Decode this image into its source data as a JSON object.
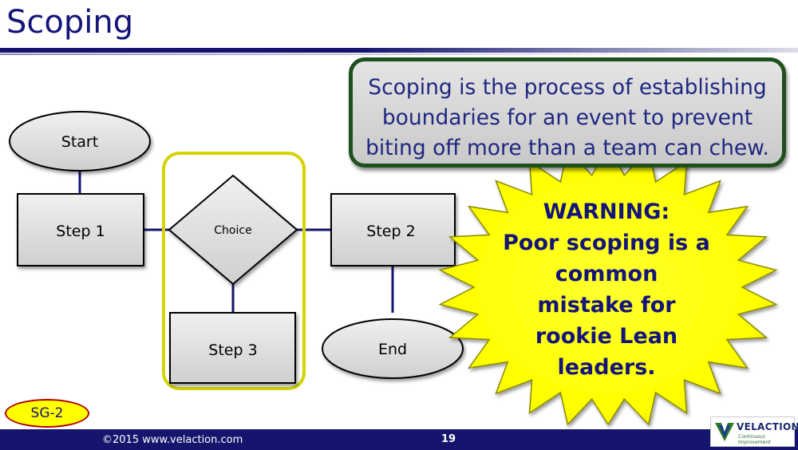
{
  "slide": {
    "title": "Scoping",
    "definition_lines": [
      "Scoping is the process of establishing",
      "boundaries for an event to prevent",
      "biting off more than a team can chew."
    ],
    "warning_lines": [
      "WARNING:",
      "Poor scoping is a",
      "common",
      "mistake for",
      "rookie Lean",
      "leaders."
    ],
    "badge": "SG-2",
    "copyright": "©2015  www.velaction.com",
    "page_number": "19",
    "logo_name": "VELACTION",
    "logo_tagline": "Continuous Improvement"
  },
  "flowchart": {
    "start": "Start",
    "step1": "Step 1",
    "choice": "Choice",
    "step2": "Step 2",
    "step3": "Step 3",
    "end": "End"
  },
  "colors": {
    "title": "#14147a",
    "connector": "#14146e",
    "scope_highlight": "#d8d800",
    "burst_fill": "#ffff00",
    "definition_border": "#1f4f1c",
    "footer": "#15156e"
  }
}
